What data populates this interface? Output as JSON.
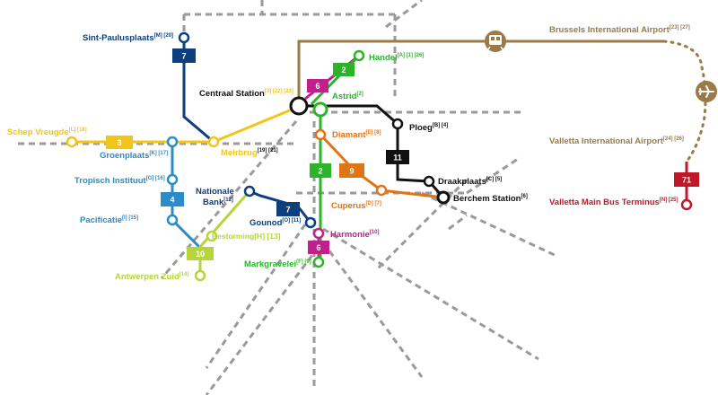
{
  "colors": {
    "yellow": "#f2c51a",
    "lightblue": "#2a8cc8",
    "lime": "#b5d63a",
    "darkblue": "#0d3f7e",
    "magenta": "#c0208c",
    "green": "#2cb32a",
    "orange": "#e07516",
    "black": "#111111",
    "brown": "#9a7a48",
    "red": "#c01828",
    "rail": "#9a9a9a"
  },
  "line_badges": {
    "l3": "3",
    "l4": "4",
    "l10": "10",
    "l7a": "7",
    "l7b": "7",
    "l6a": "6",
    "l6b": "6",
    "l2a": "2",
    "l2b": "2",
    "l9": "9",
    "l11": "11",
    "l71": "71"
  },
  "stations": {
    "sint_paulusplaats": {
      "name": "Sint-Paulusplaats",
      "refs": "[M] [20]"
    },
    "centraal": {
      "name": "Centraal Station",
      "refs": "[3] [22] [23]"
    },
    "handel": {
      "name": "Handel",
      "refs": "[A] [1] [26]"
    },
    "astrid": {
      "name": "Astrid",
      "refs": "[2]"
    },
    "brussels_airport": {
      "name": "Brussels International Airport",
      "refs": "[23] [27]"
    },
    "schep_vreugde": {
      "name": "Schep Vreugde",
      "refs": "[L] [18]"
    },
    "groenplaats": {
      "name": "Groenplaats",
      "refs": "[K] [17]"
    },
    "meirbrug": {
      "name": "Meirbrug",
      "refs": "[19] [21]"
    },
    "ploeg": {
      "name": "Ploeg",
      "refs": "[B] [4]"
    },
    "diamant": {
      "name": "Diamant",
      "refs": "[E] [8]"
    },
    "valletta_airport": {
      "name": "Valletta International Airport",
      "refs": "[24] [26]"
    },
    "tropisch_instituut": {
      "name": "Tropisch Instituut",
      "refs": "[G] [16]"
    },
    "nationale_bank_1": "Nationale",
    "nationale_bank_2": "Bank",
    "nationale_bank_refs": "[12]",
    "draakplaats": {
      "name": "Draakplaats",
      "refs": "[C] [5]"
    },
    "berchem": {
      "name": "Berchem Station",
      "refs": "[6]"
    },
    "valletta_bus": {
      "name": "Valletta Main Bus Terminus",
      "refs": "[N] [25]"
    },
    "pacificatie": {
      "name": "Pacificatie",
      "refs": "[I] [15]"
    },
    "cuperus": {
      "name": "Cuperus",
      "refs": "[D] [7]"
    },
    "gounod": {
      "name": "Gounod",
      "refs": "[O] [11]"
    },
    "bestorming": {
      "name": "Bestorming[H] [13]"
    },
    "harmonie": {
      "name": "Harmonie",
      "refs": "[10]"
    },
    "markgravelei": {
      "name": "Markgravelei",
      "refs": "[F] [9]"
    },
    "antwerpen_zuid": {
      "name": "Antwerpen Zuid",
      "refs": "[14]"
    }
  },
  "icons": {
    "train": "train-icon",
    "plane": "plane-icon"
  }
}
